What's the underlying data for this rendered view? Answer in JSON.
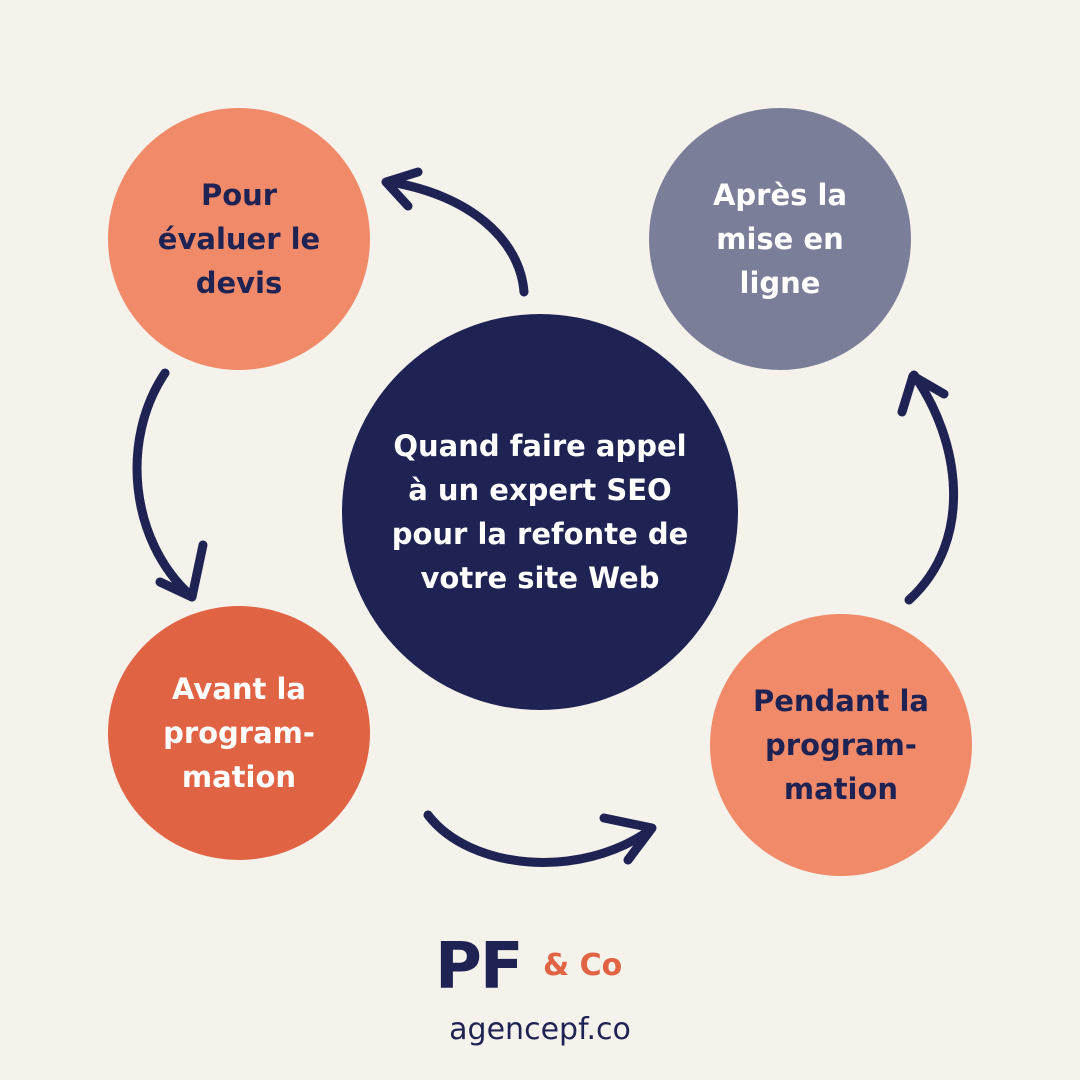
{
  "diagram": {
    "center": {
      "lines": [
        "Quand faire appel",
        "à un expert SEO",
        "pour la refonte de",
        "votre site Web"
      ]
    },
    "nodes": [
      {
        "id": "top-left",
        "lines": [
          "Pour",
          "évaluer le",
          "devis"
        ]
      },
      {
        "id": "top-right",
        "lines": [
          "Après la",
          "mise en",
          "ligne"
        ]
      },
      {
        "id": "bottom-left",
        "lines": [
          "Avant la",
          "program-",
          "mation"
        ]
      },
      {
        "id": "bottom-right",
        "lines": [
          "Pendant la",
          "program-",
          "mation"
        ]
      }
    ],
    "colors": {
      "background": "#f5f1eb",
      "navy": "#1e2353",
      "salmon": "#f08a69",
      "orange": "#e06343",
      "slate": "#7a7e98"
    }
  },
  "logo": {
    "main": "PF",
    "sub": "& Co",
    "website": "agencepf.co"
  }
}
